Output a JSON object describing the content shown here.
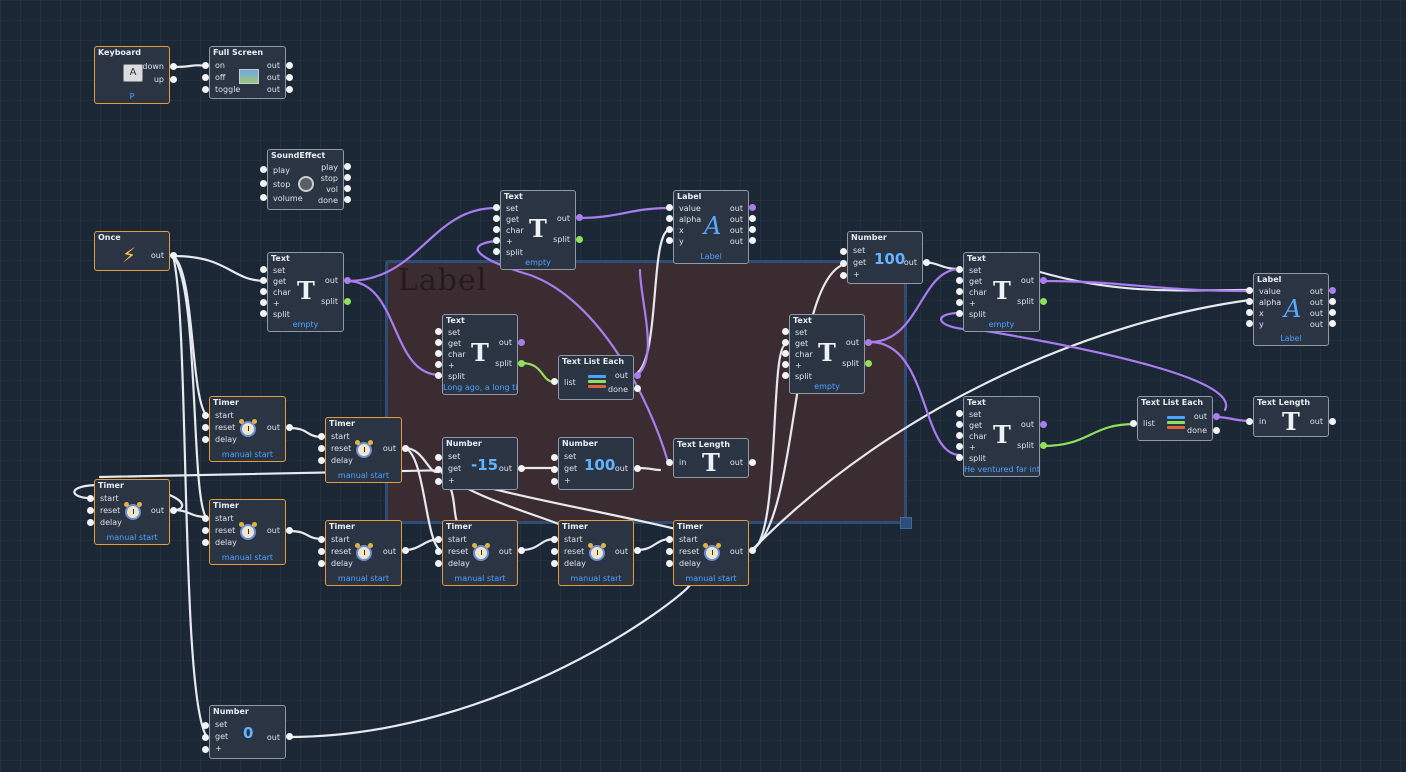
{
  "canvas": {
    "frame_label": "Label"
  },
  "colors": {
    "background": "#1c2736",
    "node_border": "#8e99a8",
    "timer_border": "#e59a3c",
    "footer_text": "#4aa3ff",
    "value_text": "#62b4ff",
    "wire_white": "#e6e9ed",
    "wire_purple": "#a97df0",
    "wire_green": "#8fe05b",
    "frame_fill": "#3b2c31",
    "frame_border": "#2d4c76"
  },
  "icons": {
    "text": "T",
    "label": "A",
    "keyboard": "A",
    "once": "lightning-bolt-icon",
    "timer": "alarm-clock-icon",
    "sound": "speaker-icon",
    "fullscreen": "monitor-icon",
    "list": "colored-list-icon"
  },
  "nodes": {
    "keyboard": {
      "title": "Keyboard",
      "key": "P",
      "outputs": [
        "down",
        "up"
      ]
    },
    "fullscreen": {
      "title": "Full Screen",
      "inputs": [
        "on",
        "off",
        "toggle"
      ],
      "outputs": [
        "out",
        "out",
        "out"
      ]
    },
    "sound": {
      "title": "SoundEffect",
      "inputs": [
        "play",
        "stop",
        "volume"
      ],
      "outputs": [
        "play",
        "stop",
        "vol",
        "done"
      ]
    },
    "once": {
      "title": "Once",
      "outputs": [
        "out"
      ]
    },
    "text_common": {
      "title": "Text",
      "inputs": [
        "set",
        "get",
        "char",
        "+",
        "split"
      ],
      "outputs": [
        "out",
        "split"
      ]
    },
    "text1": {
      "footer": "empty"
    },
    "text2": {
      "footer": "empty"
    },
    "text3": {
      "footer": "Long ago, a long ti"
    },
    "text4": {
      "footer": "empty"
    },
    "text5": {
      "footer": "empty"
    },
    "text6": {
      "footer": "He ventured far int"
    },
    "label_common": {
      "title": "Label",
      "inputs": [
        "value",
        "alpha",
        "x",
        "y"
      ],
      "outputs": [
        "out",
        "out",
        "out",
        "out"
      ],
      "footer": "Label"
    },
    "number_common": {
      "title": "Number",
      "inputs": [
        "set",
        "get",
        "+"
      ],
      "outputs": [
        "out"
      ]
    },
    "number_a": {
      "value": "100"
    },
    "number_b": {
      "value": "-15"
    },
    "number_c": {
      "value": "100"
    },
    "number_d": {
      "value": "0"
    },
    "timer_common": {
      "title": "Timer",
      "inputs": [
        "start",
        "reset",
        "delay"
      ],
      "outputs": [
        "out"
      ],
      "footer": "manual start"
    },
    "list_each_common": {
      "title": "Text List Each",
      "inputs": [
        "list"
      ],
      "outputs": [
        "out",
        "done"
      ]
    },
    "text_length_common": {
      "title": "Text Length",
      "inputs": [
        "in"
      ],
      "outputs": [
        "out"
      ]
    }
  }
}
